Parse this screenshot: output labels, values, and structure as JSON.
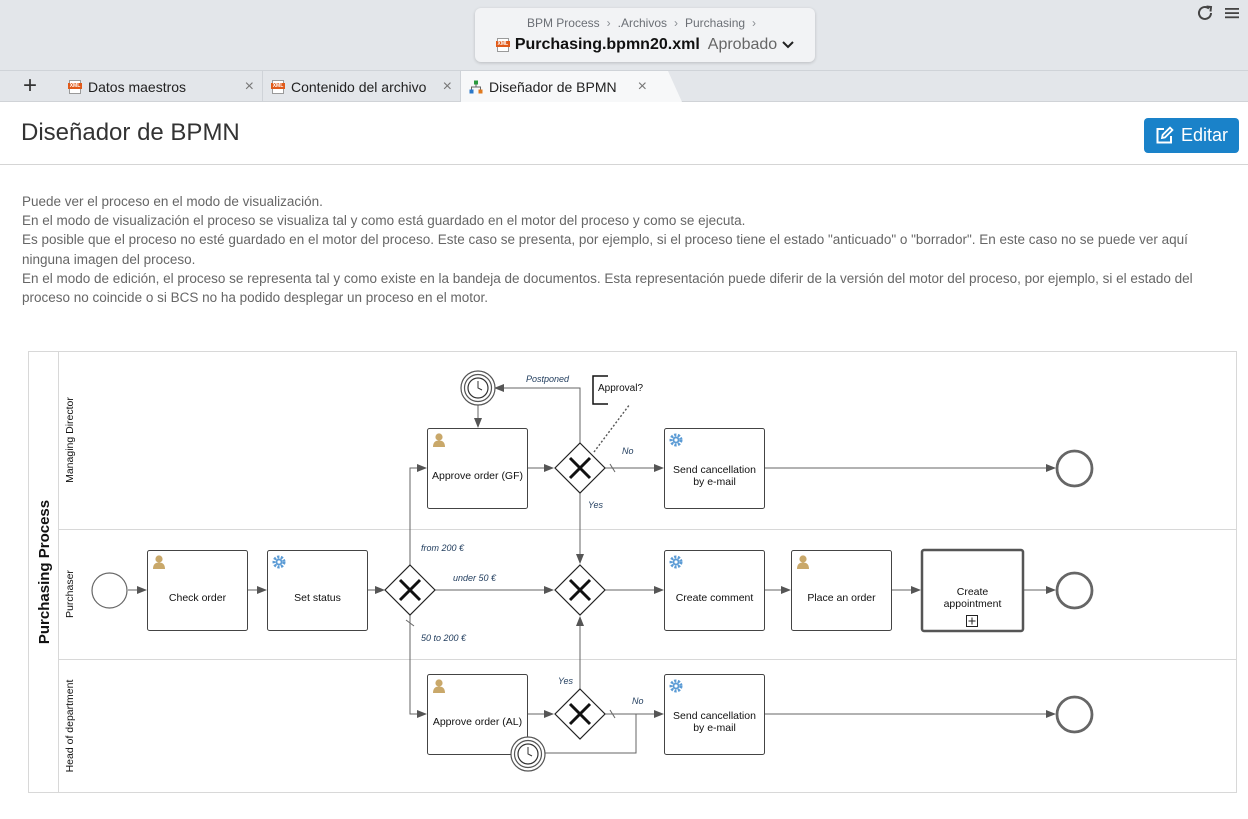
{
  "breadcrumb": {
    "items": [
      "BPM Process",
      ".Archivos",
      "Purchasing"
    ],
    "separator": "›",
    "file_name": "Purchasing.bpmn20.xml",
    "file_status": "Aprobado",
    "file_badge": "XML"
  },
  "tabs": [
    {
      "label": "Datos maestros",
      "badge": "XML"
    },
    {
      "label": "Contenido del archivo",
      "badge": "XML"
    },
    {
      "label": "Diseñador de BPMN"
    }
  ],
  "tab_close": "×",
  "add_tab": "+",
  "page": {
    "title": "Diseñador de BPMN",
    "edit_label": "Editar"
  },
  "description": [
    "Puede ver el proceso en el modo de visualización.",
    "En el modo de visualización el proceso se visualiza tal y como está guardado en el motor del proceso y como se ejecuta.",
    "Es posible que el proceso no esté guardado en el motor del proceso. Este caso se presenta, por ejemplo, si el proceso tiene el estado \"anticuado\" o \"borrador\". En este caso no se puede ver aquí ninguna imagen del proceso.",
    "En el modo de edición, el proceso se representa tal y como existe en la bandeja de documentos. Esta representación puede diferir de la versión del motor del proceso, por ejemplo, si el estado del proceso no coincide o si BCS no ha podido desplegar un proceso en el motor."
  ],
  "bpmn": {
    "pool": "Purchasing Process",
    "lanes": [
      "Managing Director",
      "Purchaser",
      "Head of department"
    ],
    "tasks": {
      "check_order": "Check order",
      "set_status": "Set status",
      "approve_gf": "Approve order (GF)",
      "send_cancel_md": [
        "Send cancellation",
        "by e-mail"
      ],
      "create_comment": "Create comment",
      "place_order": "Place an order",
      "create_appointment": [
        "Create",
        "appointment"
      ],
      "approve_al": "Approve order (AL)",
      "send_cancel_hd": [
        "Send cancellation",
        "by e-mail"
      ]
    },
    "annotation": "Approval?",
    "flows": {
      "postponed": "Postponed",
      "no_md": "No",
      "yes_md": "Yes",
      "from_200": "from 200 €",
      "under_50": "under 50 €",
      "50_to_200": "50 to 200 €",
      "yes_hd": "Yes",
      "no_hd": "No"
    }
  },
  "colors": {
    "accent": "#1a82c9",
    "user_icon": "#c9a86a",
    "gear_icon": "#5b9bd5",
    "flow_label": "#1f3b5c"
  }
}
